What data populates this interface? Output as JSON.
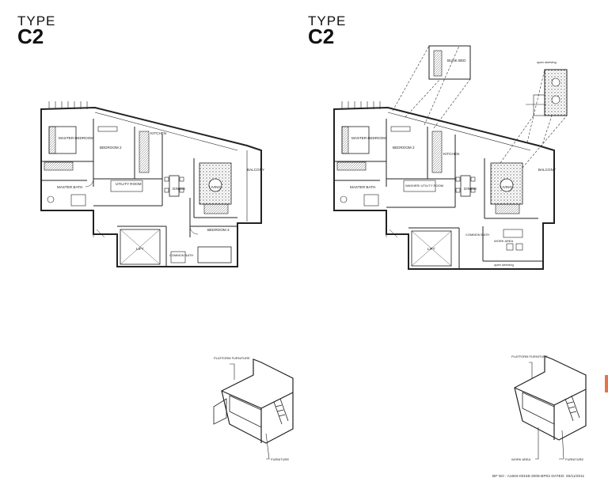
{
  "left_plan": {
    "type_label": "TYPE",
    "type_code": "C2",
    "rooms": {
      "master_bedroom": "MASTER BEDROOM",
      "master_bath": "MASTER BATH",
      "bedroom2": "BEDROOM 2",
      "kitchen": "KITCHEN",
      "utility": "UTILITY ROOM",
      "living": "LIVING",
      "dining": "DINING",
      "balcony": "BALCONY",
      "lift": "LIFT",
      "bedroom3": "BEDROOM 3",
      "common_bath": "COMMON BATH"
    },
    "iso_labels": {
      "platform": "PLATFORM FURNITURE",
      "furniture": "FURNITURE"
    }
  },
  "right_plan": {
    "type_label": "TYPE",
    "type_code": "C2",
    "rooms": {
      "master_bedroom": "MASTER BEDROOM",
      "master_bath": "MASTER BATH",
      "bedroom2": "BEDROOM 2",
      "kitchen": "KITCHEN",
      "utility": "WASHER/ UTILITY ROOM",
      "living": "LIVING",
      "dining": "DINING",
      "balcony": "BALCONY",
      "lift": "LIFT",
      "common_bath": "COMMON BATH",
      "work_area": "WORK AREA",
      "open_shelving": "open shelving"
    },
    "callouts": {
      "bunk_bed": "BUNK BED",
      "open_shelving_top": "open shelving"
    },
    "iso_labels": {
      "platform": "PLATFORM FURNITURE",
      "work_area": "WORK AREA",
      "furniture": "FURNITURE"
    }
  },
  "footer": "BP NO : A1604-00165-2005-BP02   DATED: 25/11/2011"
}
